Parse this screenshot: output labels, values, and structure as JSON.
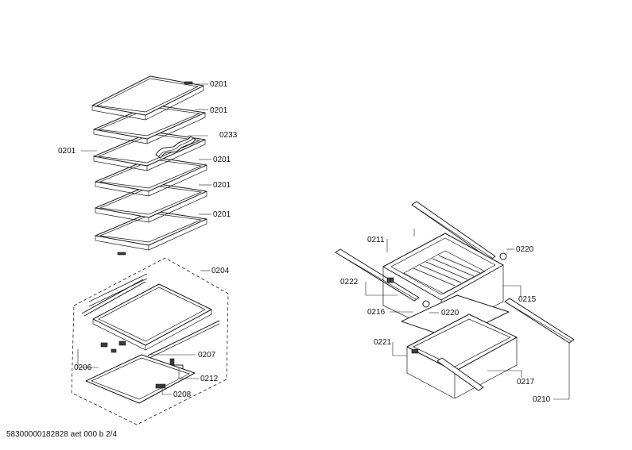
{
  "document_id": "58300000182828 aet 000 b 2/4",
  "callouts": {
    "shelf_1": "0201",
    "shelf_2": "0201",
    "shelf_left": "0201",
    "film_insert": "0233",
    "shelf_4": "0201",
    "shelf_5": "0201",
    "shelf_6": "0201",
    "shelf_assembly": "0204",
    "rail_rear": "0207",
    "clip": "0206",
    "hinge_part": "0212",
    "cover_plate": "0208",
    "rail_top": "0211",
    "knob": "0220",
    "drawer_upper": "0222",
    "drawer_right_side": "0215",
    "divider": "0216",
    "knob_lower": "0220",
    "drawer_lower_left": "0221",
    "drawer_lower_right": "0217",
    "rail_right": "0210"
  }
}
